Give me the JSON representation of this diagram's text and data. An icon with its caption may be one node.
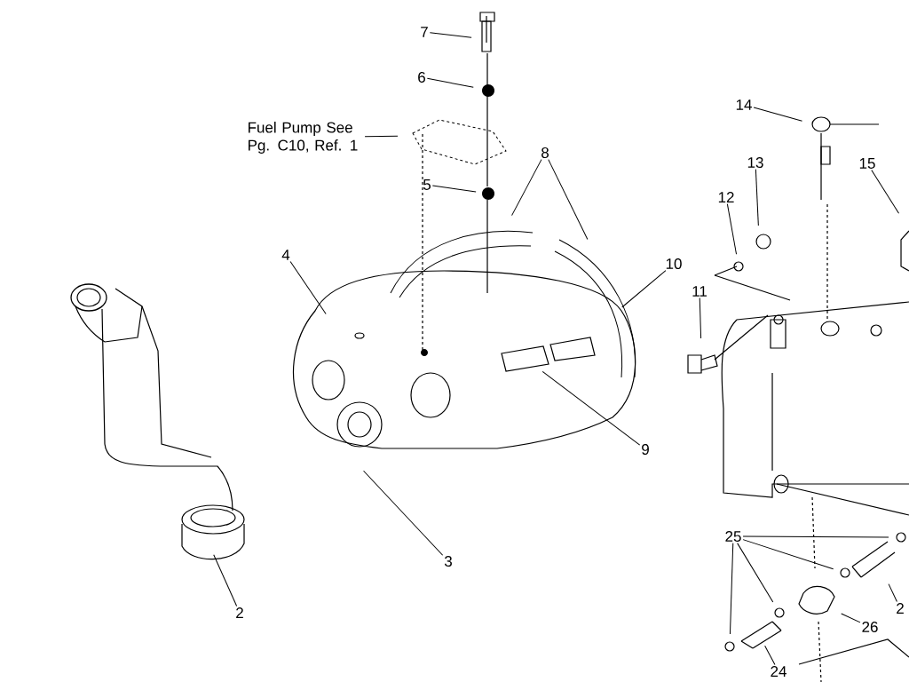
{
  "diagram": {
    "nodes": [
      {
        "text": [
          "Fuel Pump See Pg. C10, Ref. 1"
        ]
      },
      {
        "text": [
          "7"
        ]
      },
      {
        "text": [
          "6"
        ]
      },
      {
        "text": [
          "5"
        ]
      },
      {
        "text": [
          "8"
        ]
      },
      {
        "text": [
          "4"
        ]
      },
      {
        "text": [
          "14"
        ]
      },
      {
        "text": [
          "13"
        ]
      },
      {
        "text": [
          "12"
        ]
      },
      {
        "text": [
          "15"
        ]
      },
      {
        "text": [
          "10"
        ]
      },
      {
        "text": [
          "11"
        ]
      },
      {
        "text": [
          "9"
        ]
      },
      {
        "text": [
          "3"
        ]
      },
      {
        "text": [
          "2"
        ]
      },
      {
        "text": [
          "25"
        ]
      },
      {
        "text": [
          "26"
        ]
      },
      {
        "text": [
          "24"
        ]
      },
      {
        "text": [
          "2"
        ]
      }
    ],
    "edges": [
      {
        "from": 0,
        "to": null,
        "arrow": "none"
      },
      {
        "from": 1,
        "to": null,
        "arrow": "none"
      },
      {
        "from": 2,
        "to": null,
        "arrow": "none"
      },
      {
        "from": 3,
        "to": null,
        "arrow": "none"
      },
      {
        "from": 4,
        "to": null,
        "arrow": "none"
      },
      {
        "from": 4,
        "to": null,
        "arrow": "none"
      },
      {
        "from": 5,
        "to": null,
        "arrow": "none"
      },
      {
        "from": 6,
        "to": null,
        "arrow": "none"
      },
      {
        "from": 7,
        "to": null,
        "arrow": "none"
      },
      {
        "from": 8,
        "to": null,
        "arrow": "none"
      },
      {
        "from": 9,
        "to": null,
        "arrow": "none"
      },
      {
        "from": 10,
        "to": null,
        "arrow": "none"
      },
      {
        "from": 11,
        "to": null,
        "arrow": "none"
      },
      {
        "from": 12,
        "to": null,
        "arrow": "none"
      },
      {
        "from": 13,
        "to": null,
        "arrow": "none"
      },
      {
        "from": 14,
        "to": null,
        "arrow": "none"
      },
      {
        "from": 15,
        "to": null,
        "arrow": "none"
      },
      {
        "from": 15,
        "to": null,
        "arrow": "none"
      },
      {
        "from": 15,
        "to": null,
        "arrow": "none"
      },
      {
        "from": 15,
        "to": null,
        "arrow": "none"
      },
      {
        "from": 16,
        "to": null,
        "arrow": "none"
      },
      {
        "from": 17,
        "to": null,
        "arrow": "none"
      },
      {
        "from": 18,
        "to": null,
        "arrow": "none"
      }
    ]
  }
}
